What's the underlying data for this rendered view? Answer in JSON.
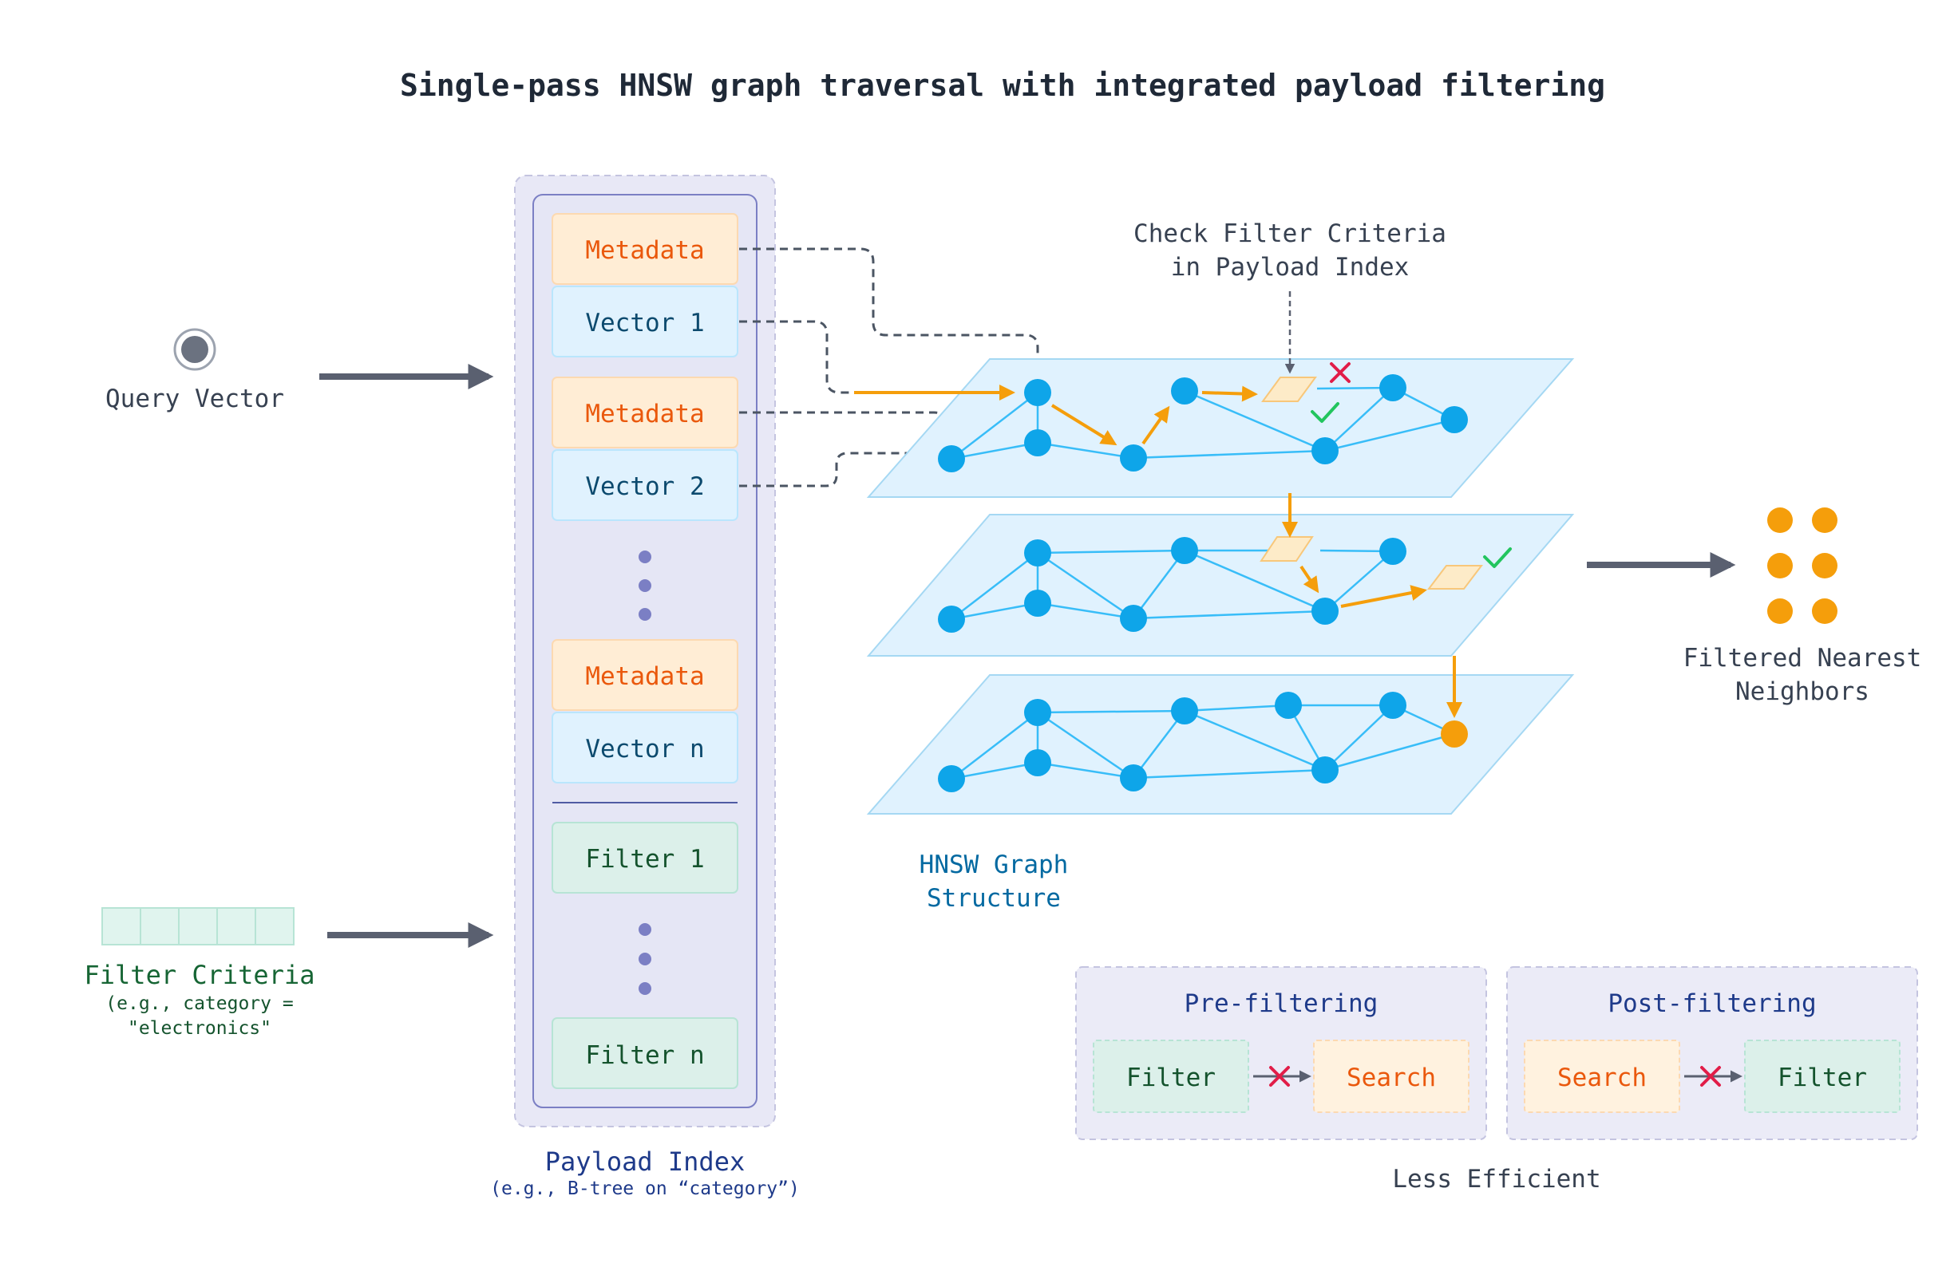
{
  "title": "Single-pass HNSW graph traversal with integrated payload filtering",
  "query": {
    "label": "Query Vector"
  },
  "filter_input": {
    "label": "Filter Criteria",
    "example_line1": "(e.g., category =",
    "example_line2": "\"electronics\""
  },
  "payload_index": {
    "label": "Payload Index",
    "sublabel": "(e.g., B-tree on “category”)",
    "metadata_label": "Metadata",
    "vector_labels": [
      "Vector 1",
      "Vector 2",
      "Vector n"
    ],
    "filter_labels": [
      "Filter 1",
      "Filter n"
    ]
  },
  "graph": {
    "check_label_line1": "Check Filter Criteria",
    "check_label_line2": "in Payload Index",
    "structure_label_line1": "HNSW Graph",
    "structure_label_line2": "Structure"
  },
  "output": {
    "label_line1": "Filtered Nearest",
    "label_line2": "Neighbors"
  },
  "comparison": {
    "pre": {
      "title": "Pre-filtering",
      "first": "Filter",
      "second": "Search"
    },
    "post": {
      "title": "Post-filtering",
      "first": "Search",
      "second": "Filter"
    },
    "caption": "Less Efficient"
  },
  "colors": {
    "node": "#0ea5e9",
    "edge": "#38bdf8",
    "path": "#f59e0b",
    "metadata_text": "#ea580c",
    "vector_text": "#0c4a6e",
    "filter_text": "#14532d",
    "reject": "#e11d48",
    "accept": "#22c55e",
    "arrow": "#5a6070"
  }
}
